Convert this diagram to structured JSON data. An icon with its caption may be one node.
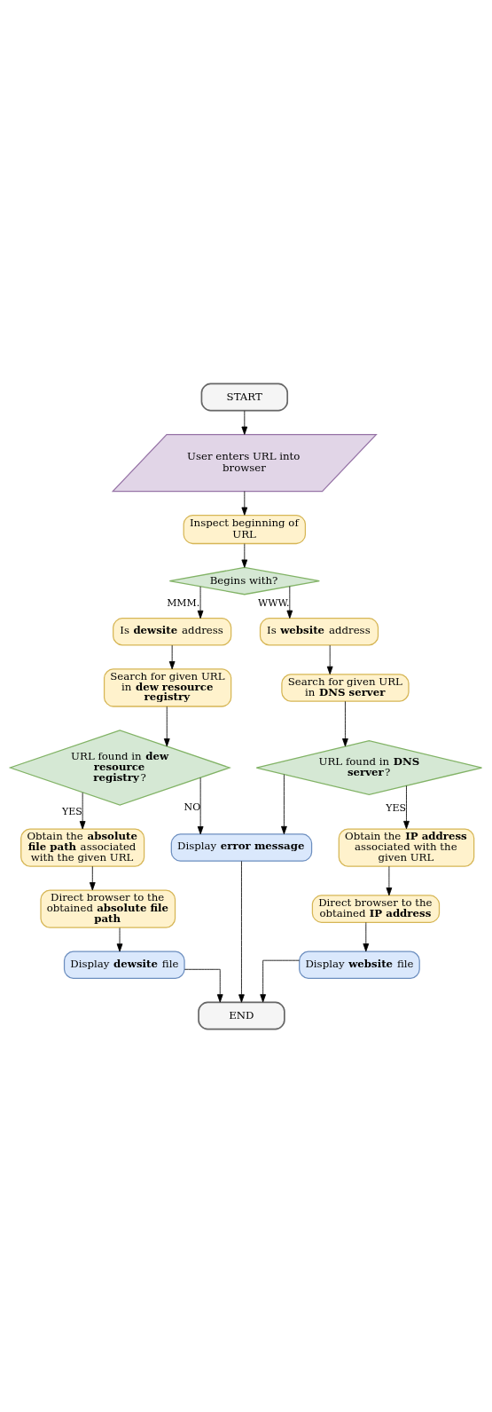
{
  "diagram": {
    "nodes": [
      {
        "text": [
          "START"
        ]
      },
      {
        "text": [
          "User enters URL into browser"
        ]
      },
      {
        "text": [
          "Inspect beginning of URL"
        ]
      },
      {
        "text": [
          "Begins with?"
        ]
      },
      {
        "text": [
          "Is **dewsite** address"
        ]
      },
      {
        "text": [
          "Is **website** address"
        ]
      },
      {
        "text": [
          "Search for given URL in **dew resource registry**"
        ]
      },
      {
        "text": [
          "Search for given URL in **DNS server**"
        ]
      },
      {
        "text": [
          "URL found in **dew resource registry**?"
        ]
      },
      {
        "text": [
          "URL found in **DNS server**?"
        ]
      },
      {
        "text": [
          "Obtain the **absolute file path** associated with the given URL"
        ]
      },
      {
        "text": [
          "Obtain the **IP address** associated with the given URL"
        ]
      },
      {
        "text": [
          "Direct browser to the obtained **absolute file path**"
        ]
      },
      {
        "text": [
          "Direct browser to the obtained **IP address**"
        ]
      },
      {
        "text": [
          "Display **dewsite** file"
        ]
      },
      {
        "text": [
          "Display **website** file"
        ]
      },
      {
        "text": [
          "Display **error message**"
        ]
      },
      {
        "text": [
          "END"
        ]
      }
    ],
    "edges": [
      {
        "from": 0,
        "to": 1,
        "arrow": "to"
      },
      {
        "from": 1,
        "to": 2,
        "arrow": "to"
      },
      {
        "from": 2,
        "to": 3,
        "arrow": "to"
      },
      {
        "from": 3,
        "to": 4,
        "arrow": "to",
        "label": "MMM."
      },
      {
        "from": 3,
        "to": 5,
        "arrow": "to",
        "label": "WWW."
      },
      {
        "from": 4,
        "to": 6,
        "arrow": "to"
      },
      {
        "from": 5,
        "to": 7,
        "arrow": "to"
      },
      {
        "from": 6,
        "to": 8,
        "arrow": "to"
      },
      {
        "from": 7,
        "to": 9,
        "arrow": "to"
      },
      {
        "from": 8,
        "to": 10,
        "arrow": "to",
        "label": "YES"
      },
      {
        "from": 9,
        "to": 11,
        "arrow": "to",
        "label": "YES"
      },
      {
        "from": 8,
        "to": 16,
        "arrow": "to",
        "label": "NO"
      },
      {
        "from": 9,
        "to": 16,
        "arrow": "to"
      },
      {
        "from": 10,
        "to": 12,
        "arrow": "to"
      },
      {
        "from": 11,
        "to": 13,
        "arrow": "to"
      },
      {
        "from": 12,
        "to": 14,
        "arrow": "to"
      },
      {
        "from": 13,
        "to": 15,
        "arrow": "to"
      },
      {
        "from": 14,
        "to": 17,
        "arrow": "to"
      },
      {
        "from": 15,
        "to": 17,
        "arrow": "to"
      },
      {
        "from": 16,
        "to": 17,
        "arrow": "to"
      }
    ]
  }
}
